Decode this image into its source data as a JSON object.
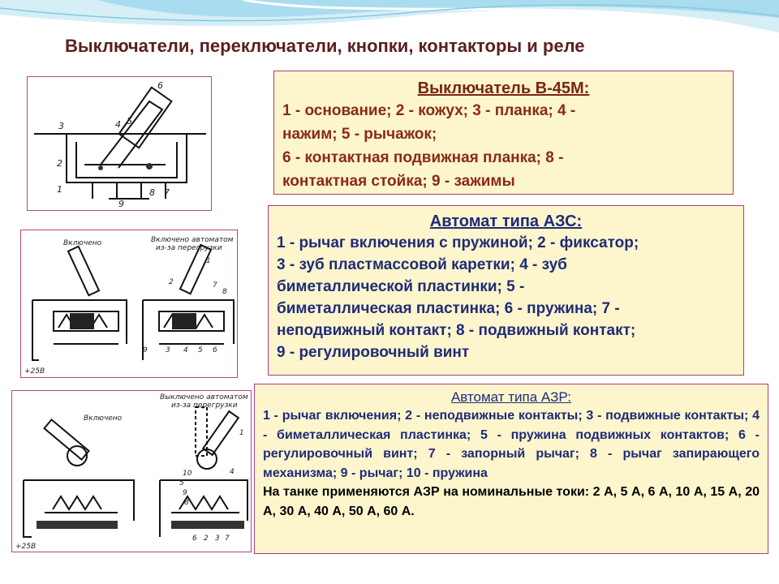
{
  "title": "Выключатели, переключатели, кнопки, контакторы и реле",
  "figure1": {
    "numbers": [
      "1",
      "2",
      "3",
      "4",
      "5",
      "6",
      "7",
      "8",
      "9"
    ]
  },
  "figure2": {
    "label_on": "Включено",
    "label_overload_1": "Включено автоматом",
    "label_overload_2": "из-за перегрузки",
    "voltage": "+25В",
    "numbers": [
      "1",
      "2",
      "3",
      "4",
      "5",
      "6",
      "7",
      "8",
      "9"
    ]
  },
  "figure3": {
    "label_on": "Включено",
    "label_overload_1": "Выключено автоматом",
    "label_overload_2": "из-за перегрузки",
    "voltage": "+25В",
    "numbers": [
      "1",
      "2",
      "3",
      "4",
      "5",
      "6",
      "7",
      "8",
      "9",
      "10"
    ]
  },
  "box1": {
    "title": "Выключатель В-45М:",
    "lines": [
      "1 - основание; 2 - кожух; 3 - планка; 4 -",
      "нажим; 5 - рычажок;",
      "6 - контактная подвижная планка; 8 -",
      "контактная стойка; 9 - зажимы"
    ]
  },
  "box2": {
    "title": "Автомат типа АЗС:",
    "lines": [
      "1 - рычаг включения с пружиной; 2 - фиксатор;",
      "3 - зуб пластмассовой каретки; 4 - зуб",
      "биметаллической пластинки;  5 -",
      "биметаллическая пластинка;  6 - пружина; 7 -",
      "неподвижный контакт; 8 - подвижный контакт;",
      "9 - регулировочный винт"
    ]
  },
  "box3": {
    "title": "Автомат типа АЗР:",
    "body": "1 - рычаг включения; 2 - неподвижные контакты; 3 - подвижные контакты; 4 - биметаллическая пластинка; 5 - пружина подвижных контактов; 6 - регулировочный винт; 7 - запорный рычаг; 8 - рычаг запирающего механизма; 9 - рычаг; 10 - пружина",
    "note": "На танке применяются АЗР на номинальные токи: 2 А, 5 А, 6 А, 10 А, 15 А, 20 А, 30 А, 40 А, 50 А, 60 А."
  }
}
